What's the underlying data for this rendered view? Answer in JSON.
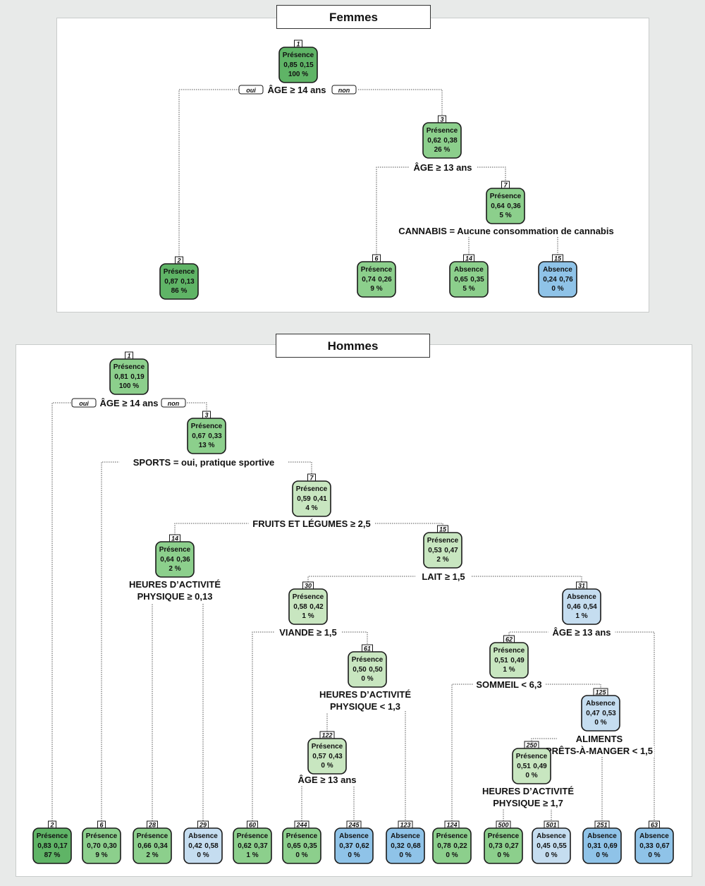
{
  "colors": {
    "pres_dark": "#5fb466",
    "pres_mid": "#8ccf8c",
    "pres_light": "#c8e6c0",
    "abs_light": "#c5ddf0",
    "abs_mid": "#8fc3e8",
    "abs_dark": "#78b4e0",
    "border": "#1a1a1a",
    "edge": "#555555"
  },
  "femmes": {
    "title": "Femmes",
    "nodes": [
      {
        "id": "1",
        "cls": "Présence",
        "p0": "0,85",
        "p1": "0,15",
        "pct": "100 %",
        "shade": "pres_dark"
      },
      {
        "id": "3",
        "cls": "Présence",
        "p0": "0,62",
        "p1": "0,38",
        "pct": "26 %",
        "shade": "pres_mid"
      },
      {
        "id": "7",
        "cls": "Présence",
        "p0": "0,64",
        "p1": "0,36",
        "pct": "5 %",
        "shade": "pres_mid"
      },
      {
        "id": "2",
        "cls": "Présence",
        "p0": "0,87",
        "p1": "0,13",
        "pct": "86 %",
        "shade": "pres_dark"
      },
      {
        "id": "6",
        "cls": "Présence",
        "p0": "0,74",
        "p1": "0,26",
        "pct": "9 %",
        "shade": "pres_mid"
      },
      {
        "id": "14",
        "cls": "Absence",
        "p0": "0,65",
        "p1": "0,35",
        "pct": "5 %",
        "shade": "pres_mid"
      },
      {
        "id": "15",
        "cls": "Absence",
        "p0": "0,24",
        "p1": "0,76",
        "pct": "0 %",
        "shade": "abs_mid"
      }
    ],
    "splits": [
      {
        "text": "ÂGE ≥ 14 ans"
      },
      {
        "text": "ÂGE ≥ 13 ans"
      },
      {
        "text": "CANNABIS = Aucune consommation de cannabis"
      }
    ],
    "oui": "oui",
    "non": "non"
  },
  "hommes": {
    "title": "Hommes",
    "nodes": [
      {
        "id": "1",
        "cls": "Présence",
        "p0": "0,81",
        "p1": "0,19",
        "pct": "100 %",
        "shade": "pres_mid"
      },
      {
        "id": "3",
        "cls": "Présence",
        "p0": "0,67",
        "p1": "0,33",
        "pct": "13 %",
        "shade": "pres_mid"
      },
      {
        "id": "7",
        "cls": "Présence",
        "p0": "0,59",
        "p1": "0,41",
        "pct": "4 %",
        "shade": "pres_light"
      },
      {
        "id": "14",
        "cls": "Présence",
        "p0": "0,64",
        "p1": "0,36",
        "pct": "2 %",
        "shade": "pres_mid"
      },
      {
        "id": "15",
        "cls": "Présence",
        "p0": "0,53",
        "p1": "0,47",
        "pct": "2 %",
        "shade": "pres_light"
      },
      {
        "id": "30",
        "cls": "Présence",
        "p0": "0,58",
        "p1": "0,42",
        "pct": "1 %",
        "shade": "pres_light"
      },
      {
        "id": "31",
        "cls": "Absence",
        "p0": "0,46",
        "p1": "0,54",
        "pct": "1 %",
        "shade": "abs_light"
      },
      {
        "id": "61",
        "cls": "Présence",
        "p0": "0,50",
        "p1": "0,50",
        "pct": "0 %",
        "shade": "pres_light"
      },
      {
        "id": "62",
        "cls": "Présence",
        "p0": "0,51",
        "p1": "0,49",
        "pct": "1 %",
        "shade": "pres_light"
      },
      {
        "id": "125",
        "cls": "Absence",
        "p0": "0,47",
        "p1": "0,53",
        "pct": "0 %",
        "shade": "abs_light"
      },
      {
        "id": "122",
        "cls": "Présence",
        "p0": "0,57",
        "p1": "0,43",
        "pct": "0 %",
        "shade": "pres_light"
      },
      {
        "id": "250",
        "cls": "Présence",
        "p0": "0,51",
        "p1": "0,49",
        "pct": "0 %",
        "shade": "pres_light"
      },
      {
        "id": "2",
        "cls": "Présence",
        "p0": "0,83",
        "p1": "0,17",
        "pct": "87 %",
        "shade": "pres_dark"
      },
      {
        "id": "6",
        "cls": "Présence",
        "p0": "0,70",
        "p1": "0,30",
        "pct": "9 %",
        "shade": "pres_mid"
      },
      {
        "id": "28",
        "cls": "Présence",
        "p0": "0,66",
        "p1": "0,34",
        "pct": "2 %",
        "shade": "pres_mid"
      },
      {
        "id": "29",
        "cls": "Absence",
        "p0": "0,42",
        "p1": "0,58",
        "pct": "0 %",
        "shade": "abs_light"
      },
      {
        "id": "60",
        "cls": "Présence",
        "p0": "0,62",
        "p1": "0,37",
        "pct": "1 %",
        "shade": "pres_mid"
      },
      {
        "id": "244",
        "cls": "Présence",
        "p0": "0,65",
        "p1": "0,35",
        "pct": "0 %",
        "shade": "pres_mid"
      },
      {
        "id": "245",
        "cls": "Absence",
        "p0": "0,37",
        "p1": "0,62",
        "pct": "0 %",
        "shade": "abs_mid"
      },
      {
        "id": "123",
        "cls": "Absence",
        "p0": "0,32",
        "p1": "0,68",
        "pct": "0 %",
        "shade": "abs_mid"
      },
      {
        "id": "124",
        "cls": "Présence",
        "p0": "0,78",
        "p1": "0,22",
        "pct": "0 %",
        "shade": "pres_mid"
      },
      {
        "id": "500",
        "cls": "Présence",
        "p0": "0,73",
        "p1": "0,27",
        "pct": "0 %",
        "shade": "pres_mid"
      },
      {
        "id": "501",
        "cls": "Absence",
        "p0": "0,45",
        "p1": "0,55",
        "pct": "0 %",
        "shade": "abs_light"
      },
      {
        "id": "251",
        "cls": "Absence",
        "p0": "0,31",
        "p1": "0,69",
        "pct": "0 %",
        "shade": "abs_mid"
      },
      {
        "id": "63",
        "cls": "Absence",
        "p0": "0,33",
        "p1": "0,67",
        "pct": "0 %",
        "shade": "abs_mid"
      }
    ],
    "splits": [
      {
        "lines": [
          "ÂGE ≥ 14 ans"
        ]
      },
      {
        "lines": [
          "SPORTS = oui, pratique sportive"
        ]
      },
      {
        "lines": [
          "FRUITS ET LÉGUMES ≥ 2,5"
        ]
      },
      {
        "lines": [
          "HEURES D’ACTIVITÉ",
          "PHYSIQUE ≥ 0,13"
        ]
      },
      {
        "lines": [
          "LAIT ≥ 1,5"
        ]
      },
      {
        "lines": [
          "VIANDE ≥ 1,5"
        ]
      },
      {
        "lines": [
          "ÂGE ≥ 13 ans"
        ]
      },
      {
        "lines": [
          "HEURES D’ACTIVITÉ",
          "PHYSIQUE < 1,3"
        ]
      },
      {
        "lines": [
          "SOMMEIL < 6,3"
        ]
      },
      {
        "lines": [
          "ÂGE ≥ 13 ans"
        ]
      },
      {
        "lines": [
          "ALIMENTS",
          "PRÊTS-À-MANGER < 1,5"
        ]
      },
      {
        "lines": [
          "HEURES D’ACTIVITÉ",
          "PHYSIQUE ≥ 1,7"
        ]
      }
    ],
    "oui": "oui",
    "non": "non"
  }
}
